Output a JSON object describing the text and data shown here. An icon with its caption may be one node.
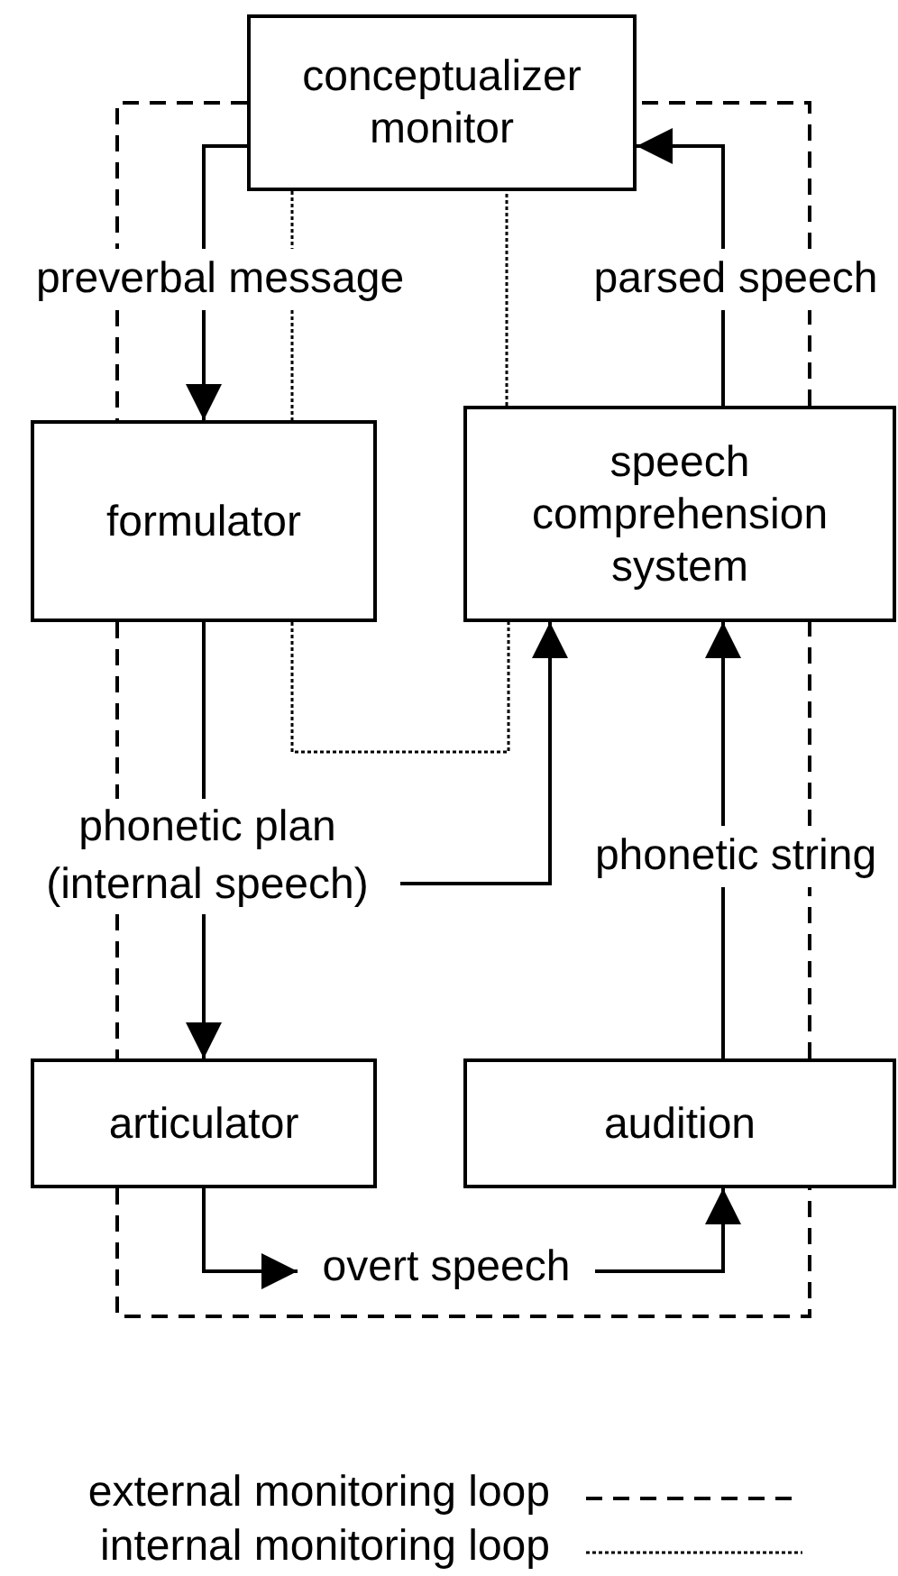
{
  "diagram": {
    "nodes": [
      {
        "text": [
          "conceptualizer monitor"
        ]
      },
      {
        "text": [
          "preverbal message"
        ]
      },
      {
        "text": [
          "parsed speech"
        ]
      },
      {
        "text": [
          "formulator"
        ]
      },
      {
        "text": [
          "speech comprehension system"
        ]
      },
      {
        "text": [
          "phonetic plan (internal speech)"
        ]
      },
      {
        "text": [
          "phonetic string"
        ]
      },
      {
        "text": [
          "articulator"
        ]
      },
      {
        "text": [
          "audition"
        ]
      },
      {
        "text": [
          "overt speech"
        ]
      }
    ],
    "edges": [
      {
        "from": 0,
        "to": 1,
        "arrow": "none"
      },
      {
        "from": 1,
        "to": 3,
        "arrow": "to"
      },
      {
        "from": 3,
        "to": 5,
        "arrow": "none"
      },
      {
        "from": 5,
        "to": 7,
        "arrow": "to"
      },
      {
        "from": 5,
        "to": 4,
        "arrow": "to"
      },
      {
        "from": 7,
        "to": 9,
        "arrow": "to"
      },
      {
        "from": 9,
        "to": 8,
        "arrow": "to"
      },
      {
        "from": 8,
        "to": 6,
        "arrow": "none"
      },
      {
        "from": 6,
        "to": 4,
        "arrow": "to"
      },
      {
        "from": 4,
        "to": 2,
        "arrow": "none"
      },
      {
        "from": 2,
        "to": 0,
        "arrow": "to"
      },
      {
        "from": 0,
        "to": 1,
        "arrow": "none",
        "style": "dashed"
      },
      {
        "from": 1,
        "to": 3,
        "arrow": "none",
        "style": "dashed"
      },
      {
        "from": 3,
        "to": 5,
        "arrow": "none",
        "style": "dashed"
      },
      {
        "from": 5,
        "to": 7,
        "arrow": "none",
        "style": "dashed"
      },
      {
        "from": 7,
        "to": 8,
        "arrow": "none",
        "style": "dashed"
      },
      {
        "from": 8,
        "to": 6,
        "arrow": "none",
        "style": "dashed"
      },
      {
        "from": 6,
        "to": 4,
        "arrow": "none",
        "style": "dashed"
      },
      {
        "from": 4,
        "to": 2,
        "arrow": "none",
        "style": "dashed"
      },
      {
        "from": 2,
        "to": 0,
        "arrow": "none",
        "style": "dashed"
      },
      {
        "from": 0,
        "to": 1,
        "arrow": "none",
        "style": "dashed"
      },
      {
        "from": 1,
        "to": 3,
        "arrow": "none",
        "style": "dashed"
      },
      {
        "from": 3,
        "to": 4,
        "arrow": "none",
        "style": "dashed"
      },
      {
        "from": 4,
        "to": 0,
        "arrow": "none",
        "style": "dashed"
      }
    ],
    "legend": [
      {
        "text": "external monitoring loop"
      },
      {
        "text": "internal monitoring loop"
      }
    ]
  }
}
